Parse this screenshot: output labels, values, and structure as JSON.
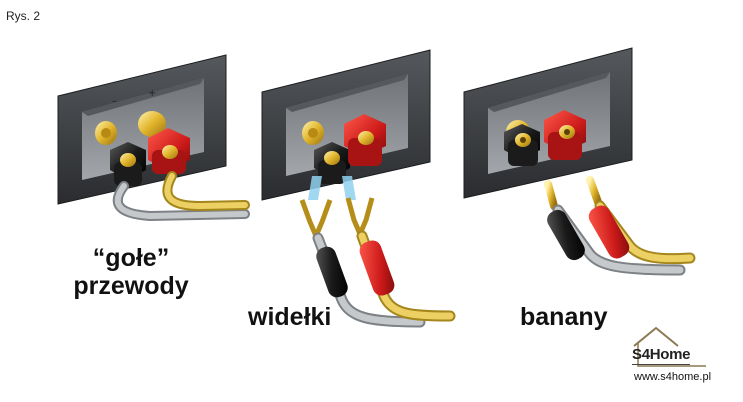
{
  "figure_label": "Rys. 2",
  "captions": {
    "bare_line1": "“gołe”",
    "bare_line2": "przewody",
    "fork": "widełki",
    "banana": "banany"
  },
  "terminal_marks": {
    "minus": "–",
    "plus": "+"
  },
  "logo": {
    "brand": "S4Home",
    "website": "www.s4home.pl"
  },
  "colors": {
    "panel": "#3b3d41",
    "recess": "#8f9397",
    "negative_terminal": "#1a1a1a",
    "positive_terminal": "#cc1a1a",
    "gold": "#e0b830",
    "cable_gray": "#b9bcc0",
    "cable_gold": "#e6c95a",
    "spade_highlight": "#8fd0ee"
  }
}
